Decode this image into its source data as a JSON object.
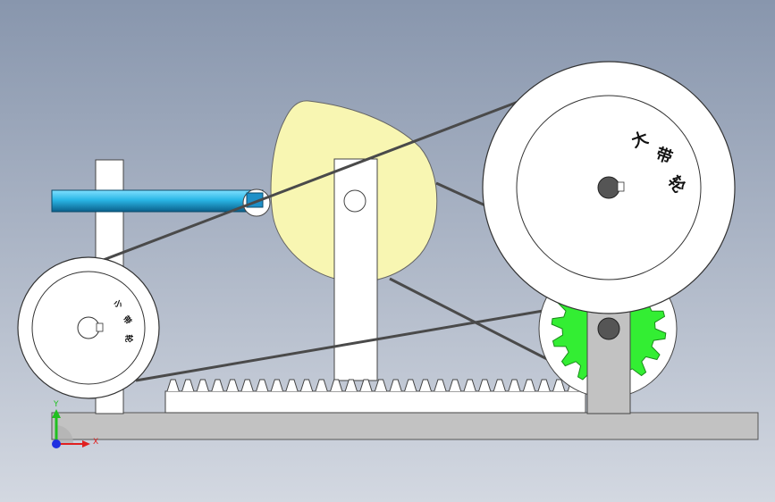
{
  "scene": {
    "title": "",
    "large_pulley_label": [
      "大",
      "带",
      "轮"
    ],
    "small_pulley_label": [
      "小",
      "带",
      "轮"
    ],
    "axis_x_label": "X",
    "axis_y_label": "Y"
  },
  "colors": {
    "base": "#c2c2c2",
    "post": "#ffffff",
    "cam": "#f8f6b2",
    "gear": "#33ee33",
    "shaft": "#2ab6e6",
    "belt": "#4a4a4a",
    "axis_x": "#e02020",
    "axis_y": "#20c020",
    "axis_z": "#2030e0"
  }
}
